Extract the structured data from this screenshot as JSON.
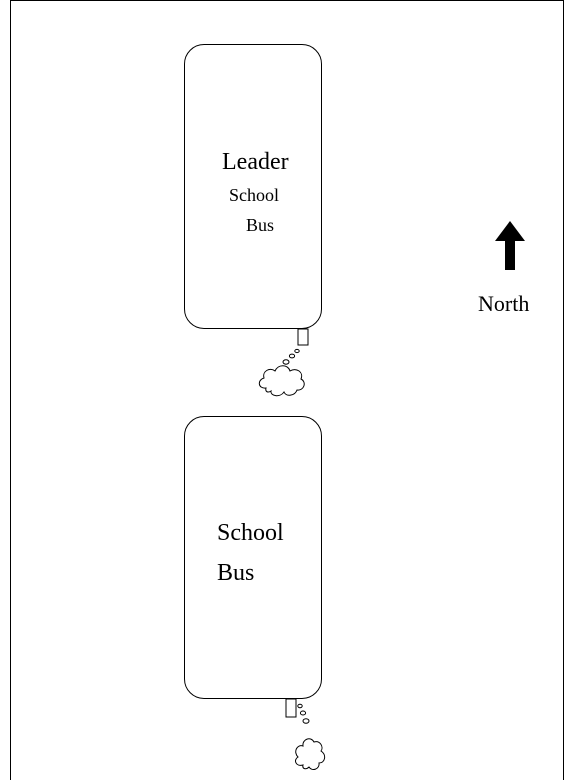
{
  "diagram": {
    "leader_bus": {
      "line1": "Leader",
      "line2": "School",
      "line3": "Bus"
    },
    "follower_bus": {
      "line1": "School",
      "line2": "Bus"
    },
    "compass": {
      "label": "North",
      "icon": "arrow-up-icon"
    },
    "colors": {
      "stroke": "#000000",
      "background": "#ffffff"
    }
  }
}
